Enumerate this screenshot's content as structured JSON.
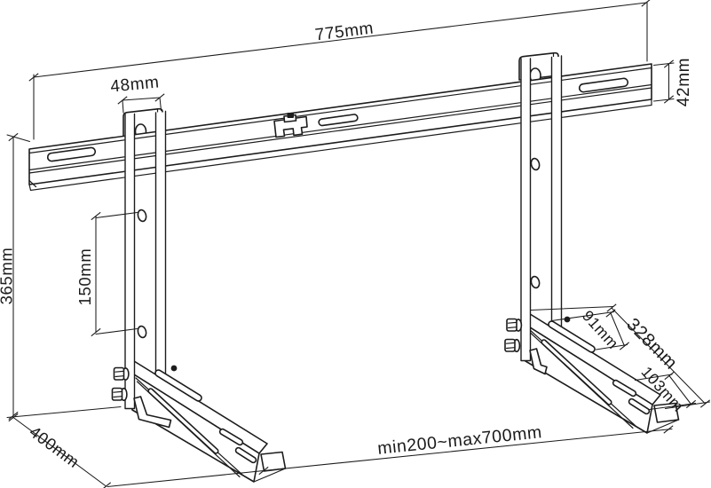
{
  "diagram": {
    "type": "technical-dimension-drawing",
    "subject": "air-conditioner-outdoor-unit-wall-mount-bracket",
    "labels": {
      "rail_length": "775mm",
      "hook_width": "48mm",
      "rail_height": "42mm",
      "upright_height": "365mm",
      "hole_spacing": "150mm",
      "top_slot_length": "91mm",
      "arm_length": "328mm",
      "end_slot_spacing": "103mm",
      "arm_depth": "400mm",
      "bracket_spacing": "min200~max700mm"
    },
    "colors": {
      "line": "#1c1c1c",
      "background": "#ffffff"
    }
  }
}
